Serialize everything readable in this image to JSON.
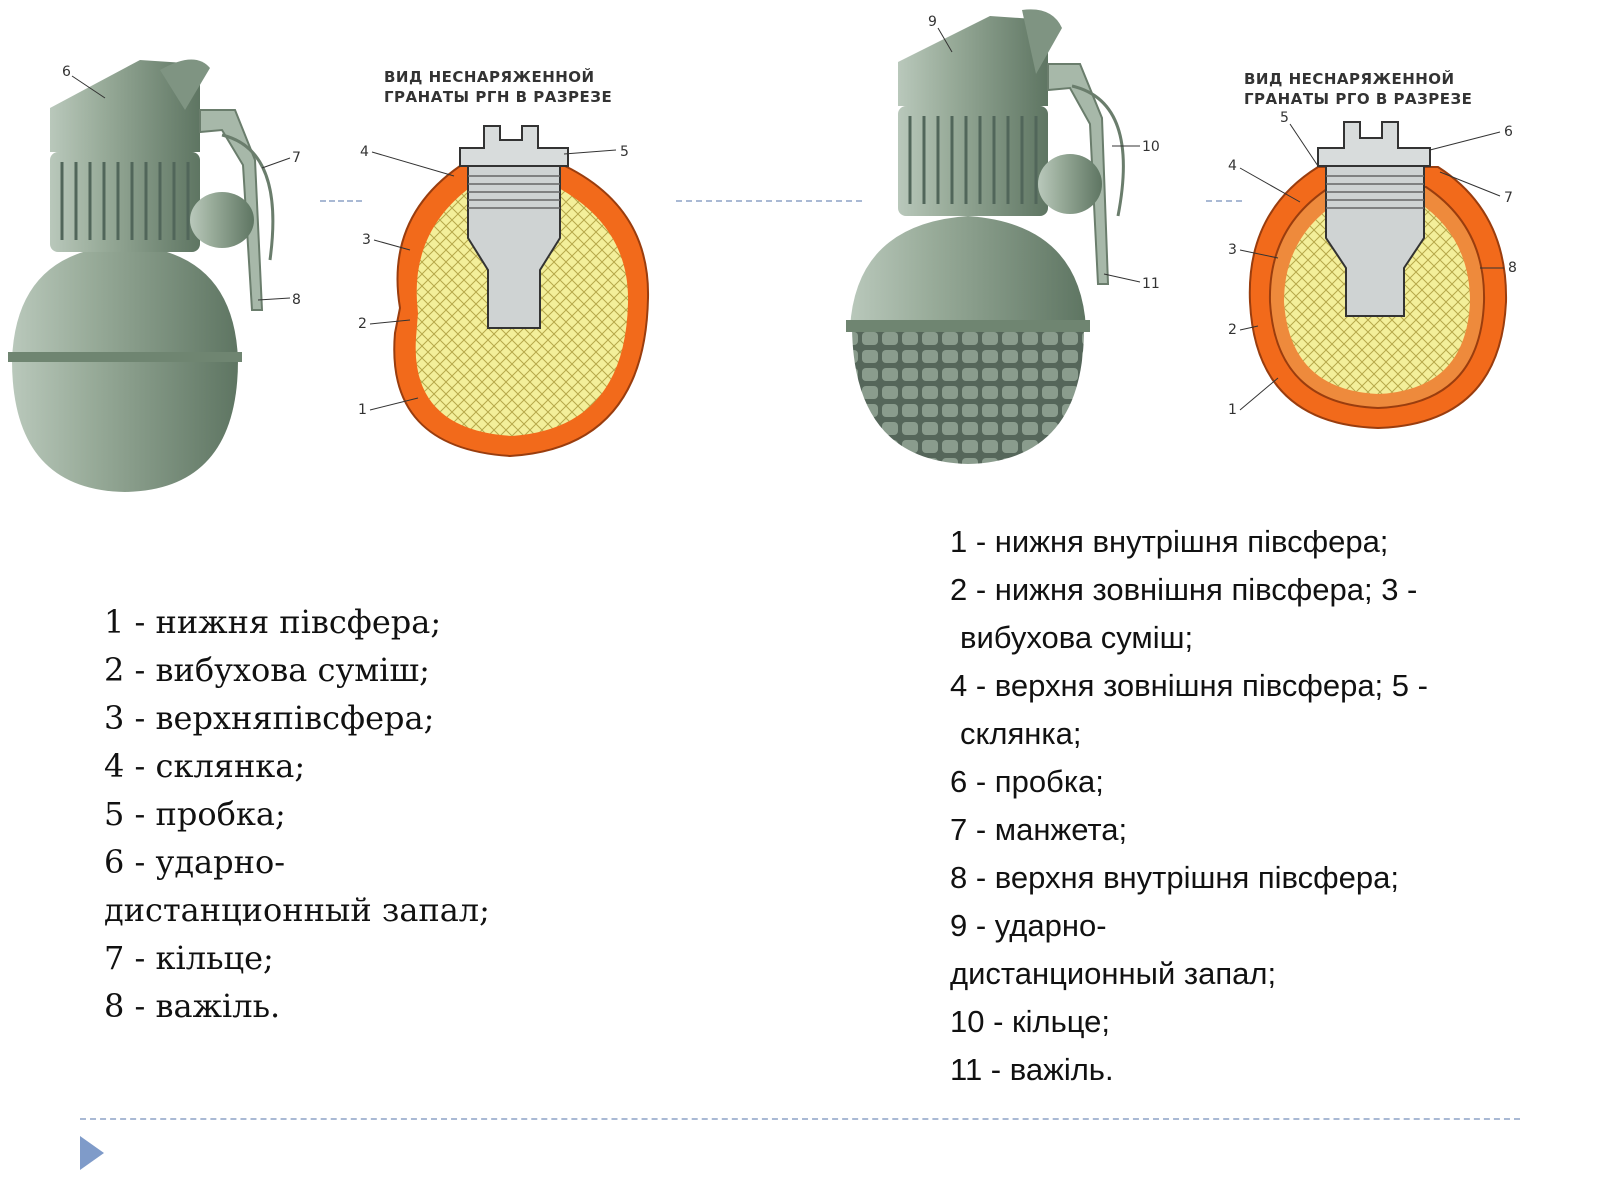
{
  "rgn": {
    "caption_line1": "ВИД НЕСНАРЯЖЕННОЙ",
    "caption_line2": "ГРАНАТЫ РГН В РАЗРЕЗЕ",
    "exterior_callouts": [
      "6",
      "7",
      "8"
    ],
    "section_callouts": [
      "1",
      "2",
      "3",
      "4",
      "5"
    ],
    "legend": [
      "1 - нижня півсфера;",
      "2 - вибухова  суміш;",
      "3 - верхняпівсфера;",
      "4 - склянка;",
      "5 - пробка;",
      "6 - ударно-",
      "дистанционный  запал;",
      "7 - кільце;",
      "8 - важіль."
    ]
  },
  "rgo": {
    "caption_line1": "ВИД НЕСНАРЯЖЕННОЙ",
    "caption_line2": "ГРАНАТЫ РГО В РАЗРЕЗЕ",
    "exterior_callouts": [
      "9",
      "10",
      "11"
    ],
    "section_callouts": [
      "1",
      "2",
      "3",
      "4",
      "5",
      "6",
      "7",
      "8"
    ],
    "legend": [
      "1 - нижня внутрішня півсфера;",
      "2 - нижня зовнішня півсфера; 3 -",
      "вибухова суміш;",
      "4 - верхня зовнішня півсфера; 5 -",
      "склянка;",
      "6 - пробка;",
      "7 - манжета;",
      "8 - верхня внутрішня півсфера;",
      "9 - ударно-",
      "дистанционный запал;",
      "10 - кільце;",
      "11 - важіль."
    ]
  },
  "colors": {
    "body_green": "#8fa391",
    "shell_orange": "#f26a1b",
    "filler_yellow": "#f3ef9a",
    "metal_grey": "#cfd3d3",
    "rule_blue": "#a9b9d4",
    "bullet_blue": "#7f9bc9"
  },
  "icons": {
    "bullet": "triangle-bullet-icon"
  }
}
